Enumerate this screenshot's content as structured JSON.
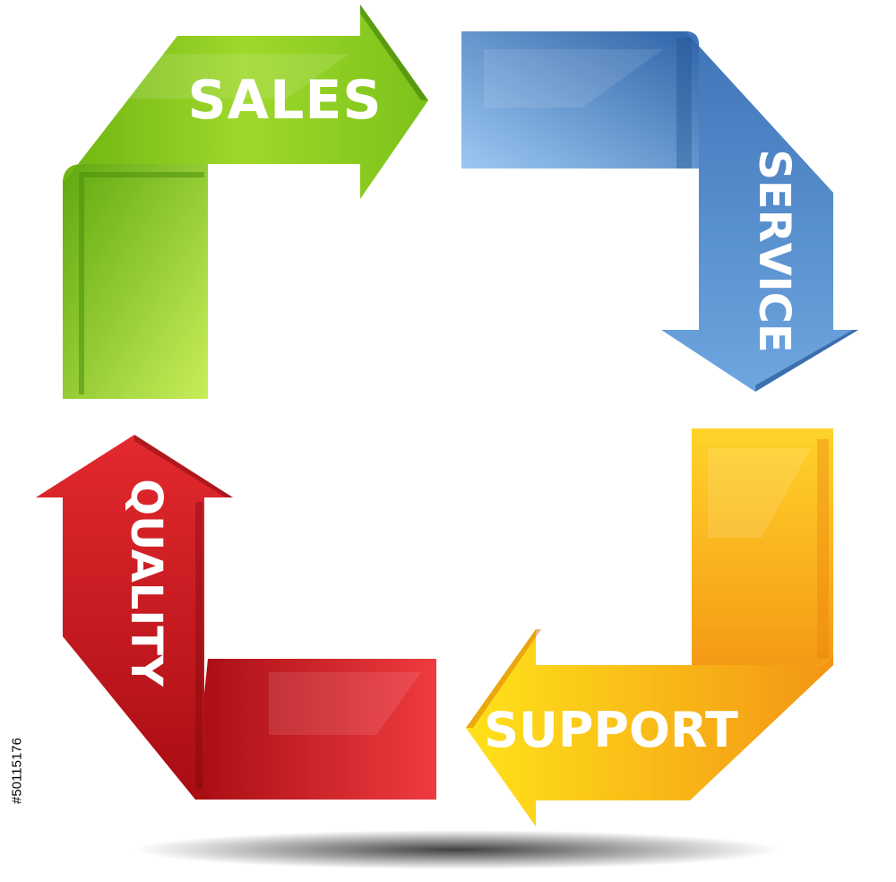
{
  "labels": {
    "sales": "SALES",
    "service": "SERVICE",
    "support": "SUPPORT",
    "quality": "QUALITY"
  },
  "stock_id": "#50115176",
  "colors": {
    "sales": "#8ccf1e",
    "service": "#4f86c6",
    "support": "#f7a51c",
    "quality": "#d8252b"
  }
}
